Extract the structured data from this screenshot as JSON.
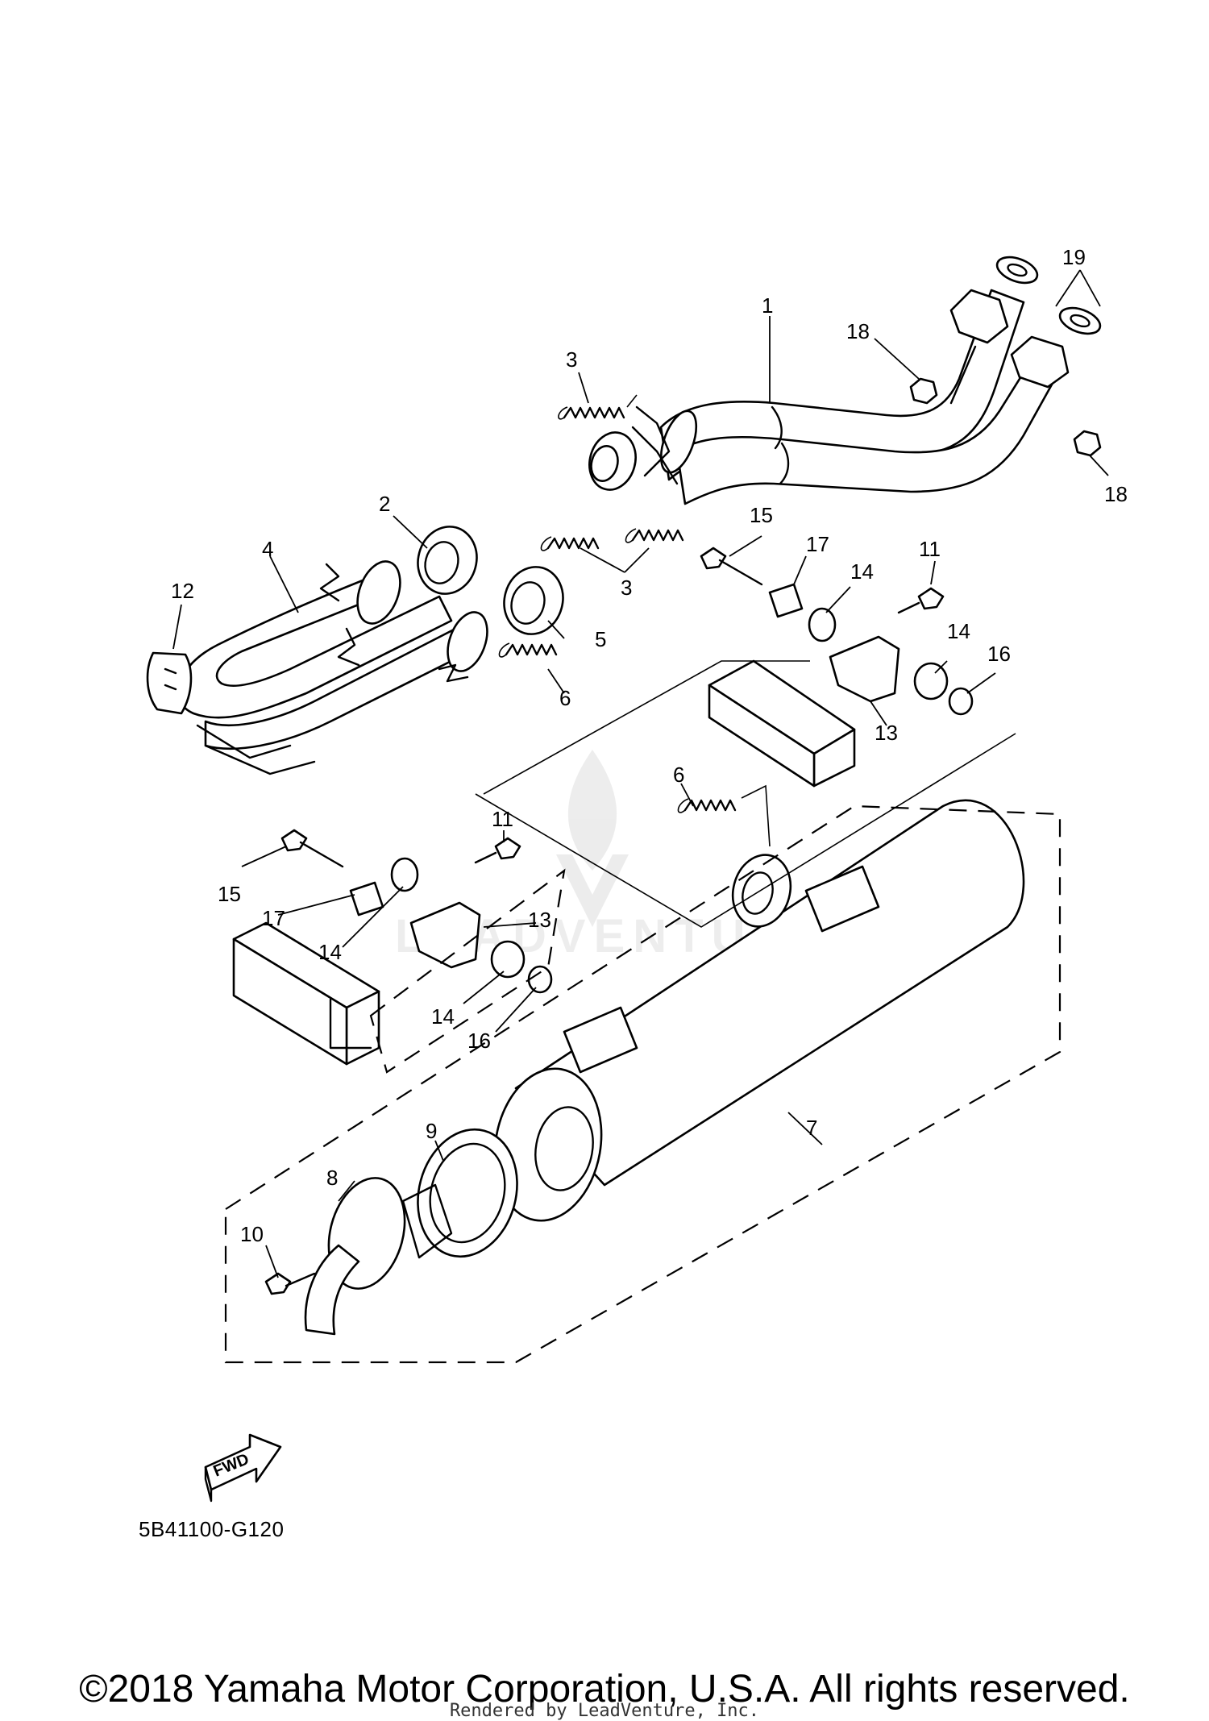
{
  "diagram": {
    "callouts": {
      "p1": "1",
      "p2": "2",
      "p3a": "3",
      "p3b": "3",
      "p4": "4",
      "p5": "5",
      "p6a": "6",
      "p6b": "6",
      "p7": "7",
      "p8": "8",
      "p9": "9",
      "p10": "10",
      "p11a": "11",
      "p11b": "11",
      "p12": "12",
      "p13a": "13",
      "p13b": "13",
      "p14a": "14",
      "p14b": "14",
      "p14c": "14",
      "p14d": "14",
      "p15a": "15",
      "p15b": "15",
      "p16a": "16",
      "p16b": "16",
      "p17a": "17",
      "p17b": "17",
      "p18a": "18",
      "p18b": "18",
      "p19": "19"
    },
    "fwd_label": "FWD",
    "code": "5B41100-G120",
    "watermark": "LEADVENTURE"
  },
  "footer": {
    "copyright": "©2018 Yamaha Motor Corporation, U.S.A. All rights reserved.",
    "rendered_by": "Rendered by LeadVenture, Inc."
  }
}
